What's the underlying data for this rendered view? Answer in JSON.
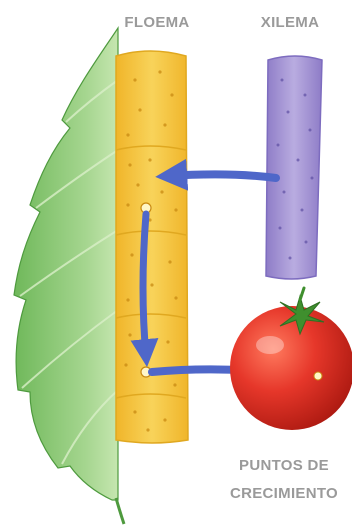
{
  "labels": {
    "phloem": "FLOEMA",
    "xylem": "XILEMA",
    "growth_points_line1": "PUNTOS DE",
    "growth_points_line2": "CRECIMIENTO"
  },
  "colors": {
    "leaf_light": "#9fd48a",
    "leaf_dark": "#5aa84a",
    "leaf_vein": "#d9efc8",
    "phloem_fill": "#f5c842",
    "phloem_edge": "#e0a820",
    "xylem_fill": "#a99ad6",
    "xylem_edge": "#7d6cbf",
    "arrow": "#4f67c9",
    "tomato": "#e23a2a",
    "tomato_stem": "#3f8f2e",
    "label_gray": "#9a9a9a"
  },
  "icons": {
    "leaf": "leaf-icon",
    "phloem_tube": "phloem-tube",
    "xylem_tube": "xylem-tube",
    "tomato": "tomato-icon"
  }
}
